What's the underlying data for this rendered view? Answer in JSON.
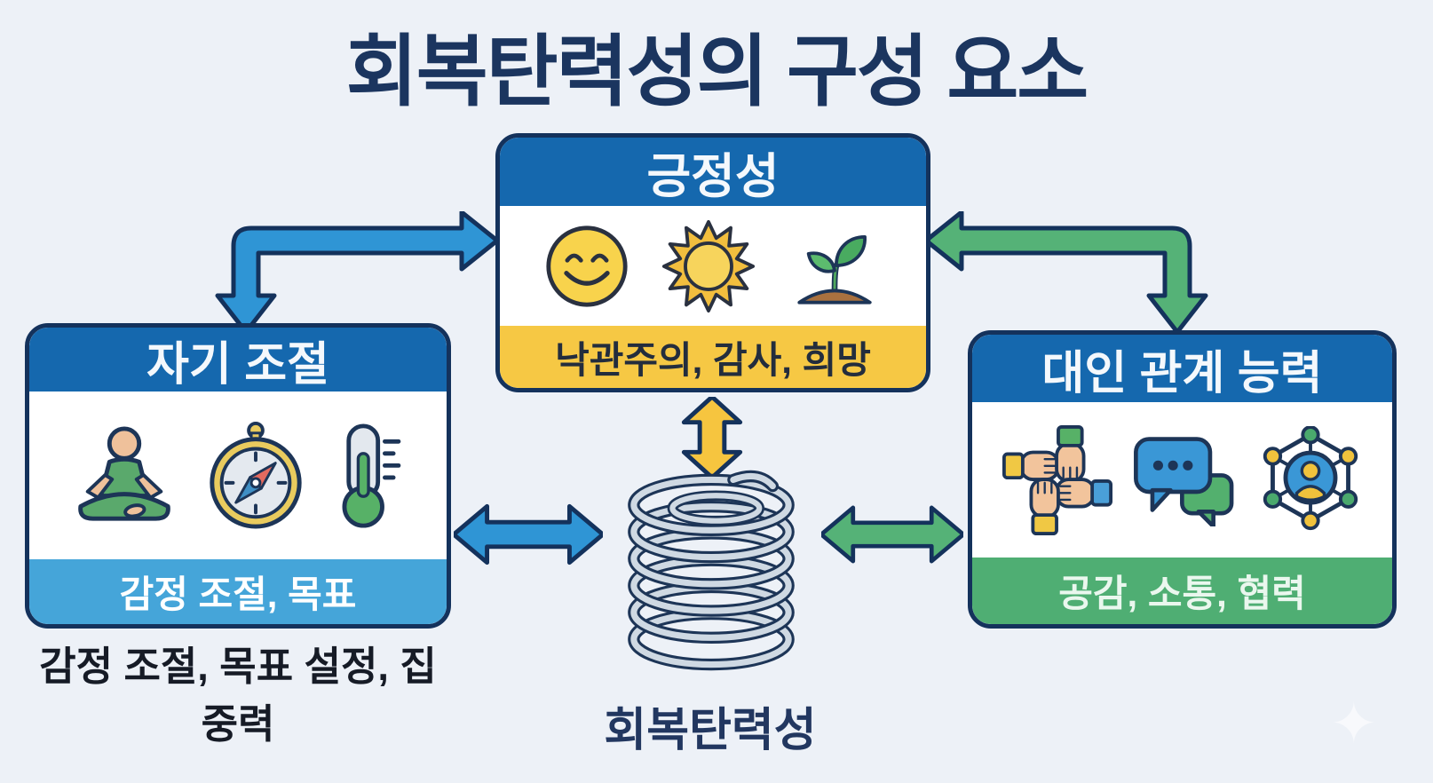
{
  "title": "회복탄력성의 구성 요소",
  "boxes": {
    "positivity": {
      "title": "긍정성",
      "caption": "낙관주의, 감사, 희망",
      "icons": [
        "smiley-icon",
        "sun-icon",
        "sprout-icon"
      ],
      "header_color": "#1568ae",
      "caption_bg": "#f6c844"
    },
    "self_regulation": {
      "title": "자기 조절",
      "caption": "감정 조절, 목표",
      "subcaption": "감정 조절, 목표 설정, 집중력",
      "icons": [
        "meditation-icon",
        "compass-icon",
        "thermometer-icon"
      ],
      "header_color": "#1568ae",
      "caption_bg": "#45a5d9"
    },
    "interpersonal": {
      "title": "대인 관계 능력",
      "caption": "공감, 소통, 협력",
      "icons": [
        "teamwork-hands-icon",
        "chat-bubbles-icon",
        "network-icon"
      ],
      "header_color": "#1568ae",
      "caption_bg": "#4fae73"
    }
  },
  "center": {
    "label": "회복탄력성",
    "icon": "spring-icon"
  },
  "arrows": [
    {
      "between": [
        "self_regulation",
        "positivity"
      ],
      "shape": "elbow-double",
      "color": "#2f95d5"
    },
    {
      "between": [
        "positivity",
        "interpersonal"
      ],
      "shape": "elbow-double",
      "color": "#55b277"
    },
    {
      "between": [
        "positivity",
        "center"
      ],
      "shape": "vertical-double",
      "color": "#f6c53f"
    },
    {
      "between": [
        "self_regulation",
        "center"
      ],
      "shape": "horizontal-double",
      "color": "#2f95d5"
    },
    {
      "between": [
        "center",
        "interpersonal"
      ],
      "shape": "horizontal-double",
      "color": "#55b277"
    }
  ],
  "watermark": {
    "glyph": "✦"
  },
  "colors": {
    "background": "#edf1f7",
    "title_text": "#1b355f",
    "box_border": "#14325c",
    "header_blue": "#1568ae",
    "footer_yellow": "#f6c844",
    "footer_light_blue": "#45a5d9",
    "footer_green": "#4fae73",
    "arrow_blue": "#2f95d5",
    "arrow_green": "#55b277",
    "arrow_yellow": "#f6c53f",
    "coil_light": "#cfd9e3",
    "outline_navy": "#1d3557"
  }
}
